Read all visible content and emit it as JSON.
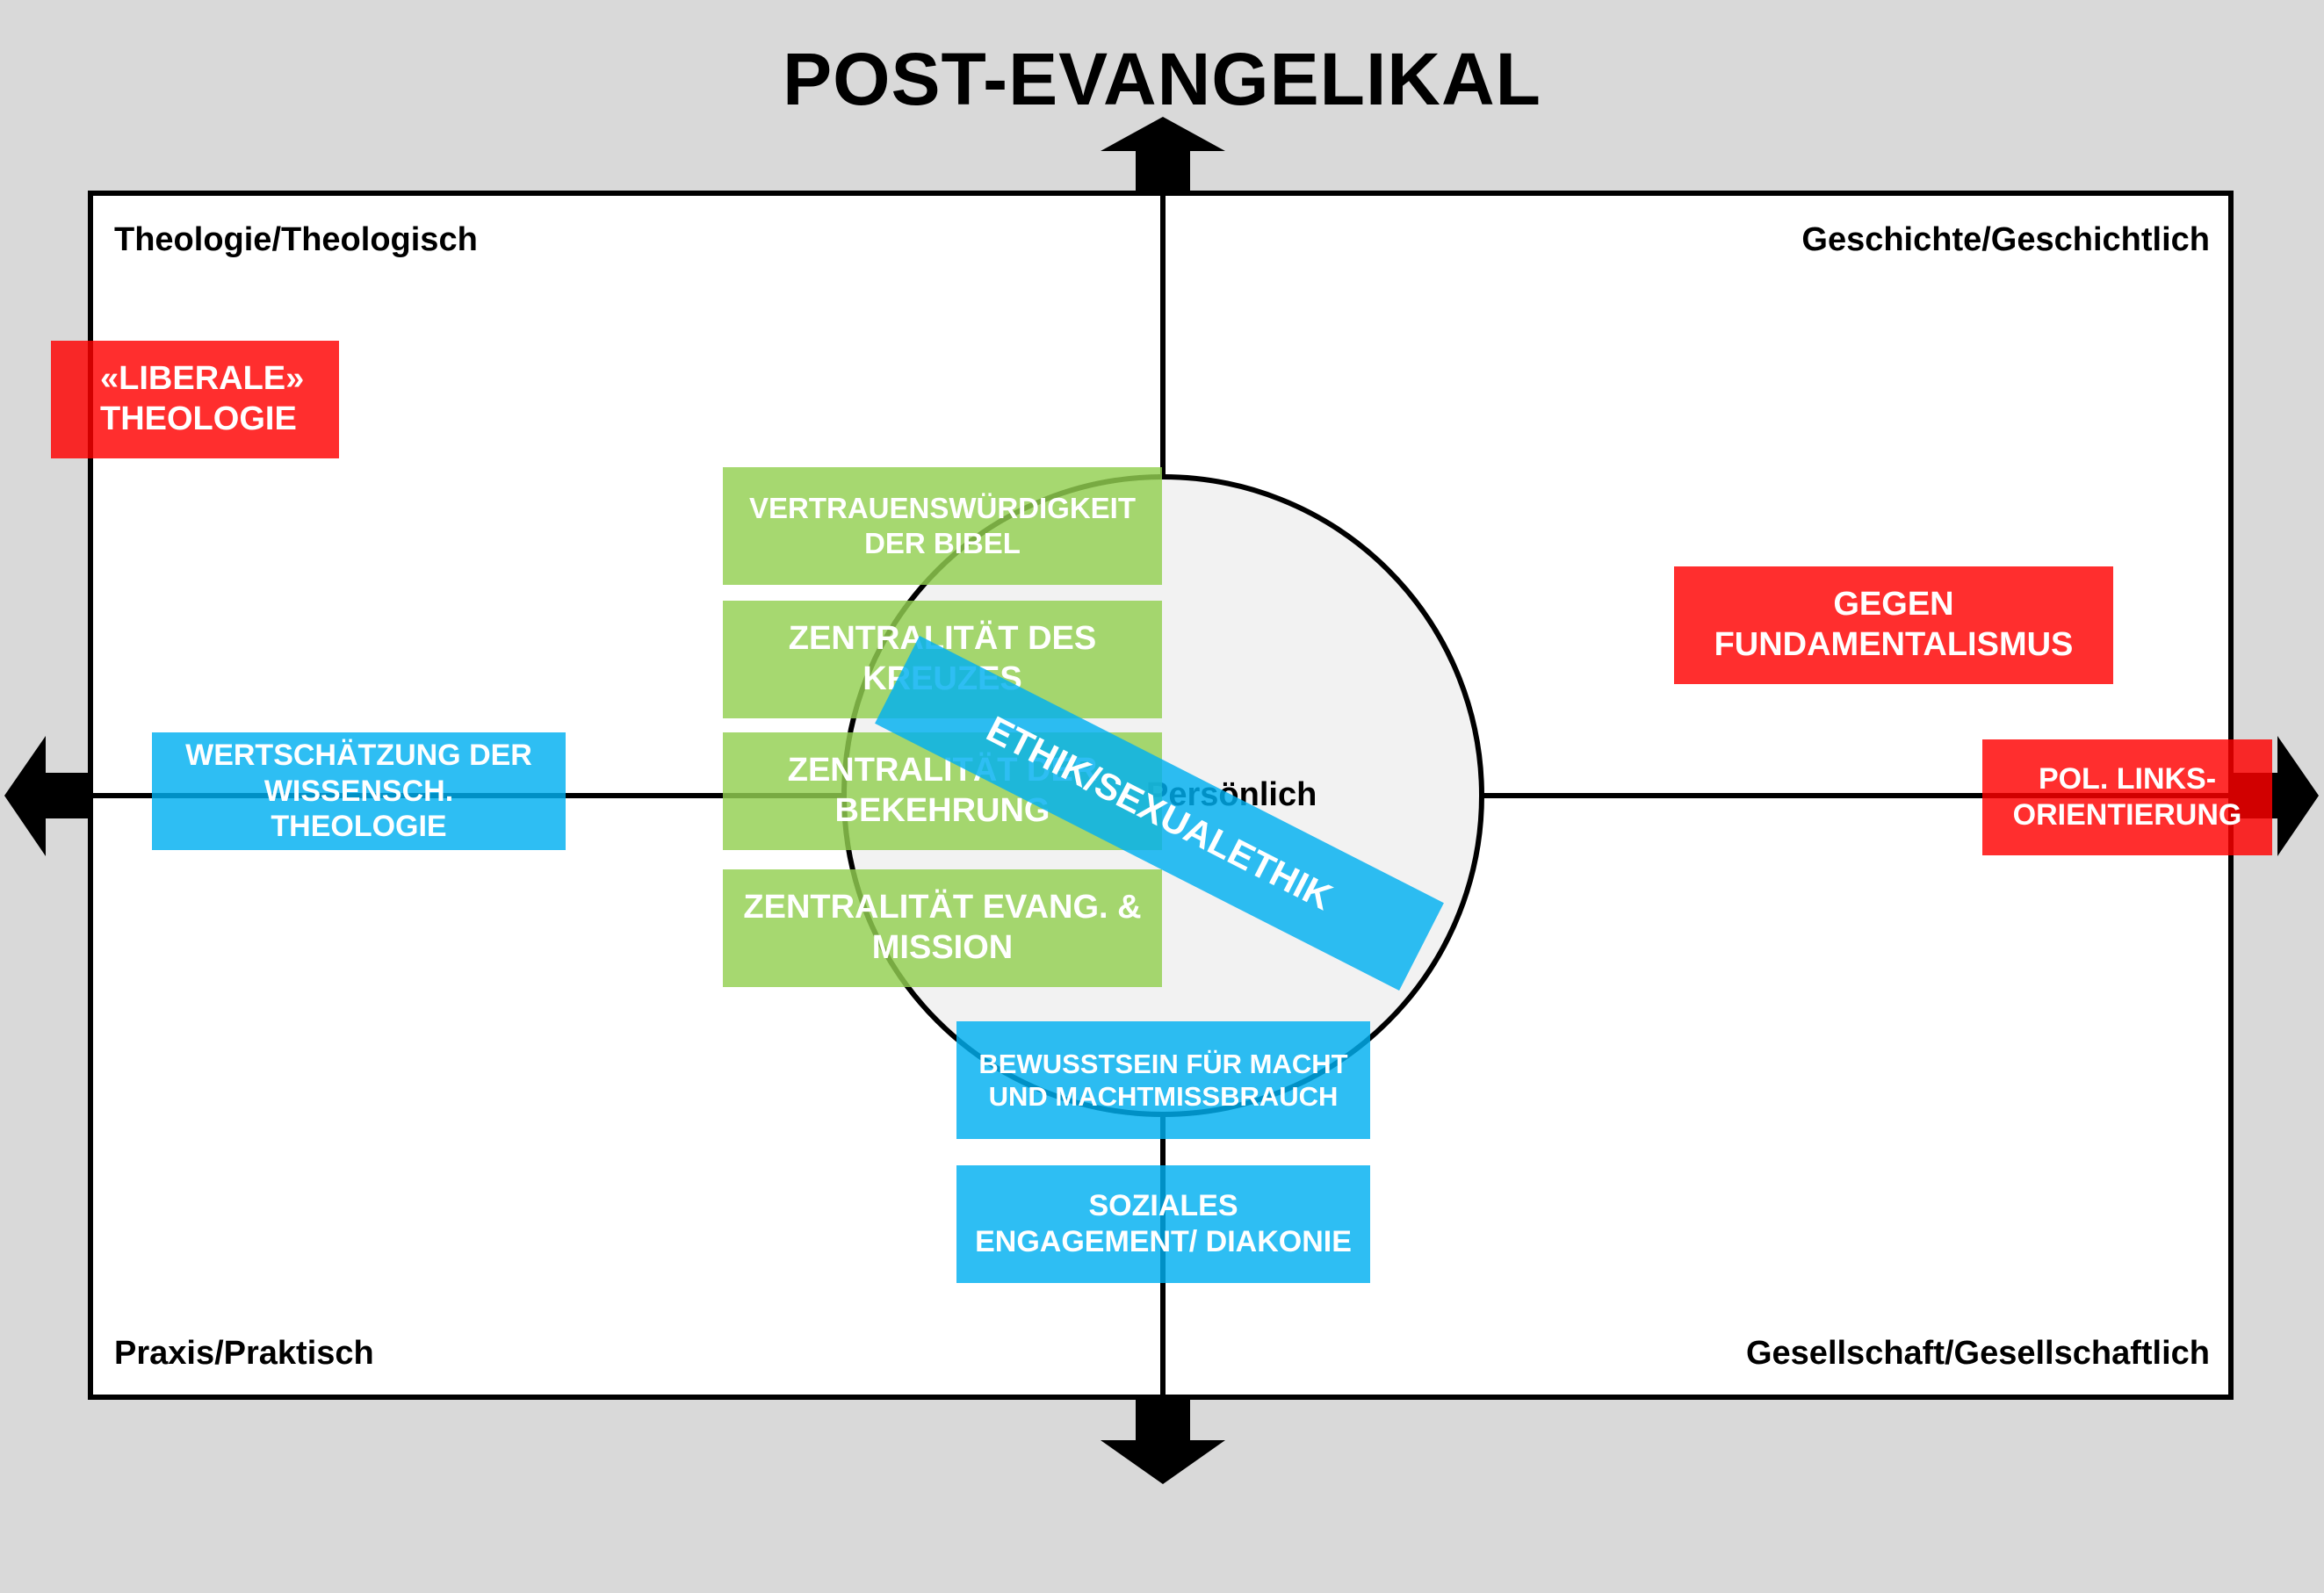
{
  "title": "POST-EVANGELIKAL",
  "quadrants": {
    "top_left": "Theologie/Theologisch",
    "top_right": "Geschichte/Geschichtlich",
    "bottom_left": "Praxis/Praktisch",
    "bottom_right": "Gesellschaft/Gesellschaftlich"
  },
  "center_label": "Persönlich",
  "boxes": {
    "liberale_theologie": "«LIBERALE» THEOLOGIE",
    "gegen_fundamentalismus": "GEGEN FUNDAMENTALISMUS",
    "pol_links": "POL. LINKS-ORIENTIERUNG",
    "wertschaetzung": "WERTSCHÄTZUNG DER WISSENSCH. THEOLOGIE",
    "vertrauen_bibel": "VERTRAUENSWÜRDIGKEIT DER BIBEL",
    "zentral_kreuz": "ZENTRALITÄT DES KREUZES",
    "zentral_bekehrung": "ZENTRALITÄT DER BEKEHRUNG",
    "zentral_mission": "ZENTRALITÄT EVANG. & MISSION",
    "ethik": "ETHIK/SEXUALETHIK",
    "macht": "BEWUSSTSEIN FÜR MACHT UND MACHTMISSBRAUCH",
    "sozial": "SOZIALES ENGAGEMENT/ DIAKONIE"
  },
  "colors": {
    "green": "#92d050",
    "blue": "#00b0f0",
    "red": "#ff0000",
    "circle_fill": "#f2f2f2",
    "background": "#d9d9d9"
  }
}
